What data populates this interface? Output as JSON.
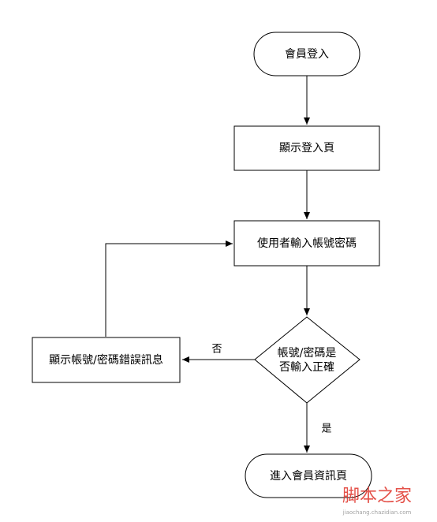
{
  "flowchart": {
    "start": "會員登入",
    "show_login_page": "顯示登入頁",
    "enter_credentials": "使用者輸入帳號密碼",
    "decision_line1": "帳號/密碼是",
    "decision_line2": "否輸入正確",
    "error_message": "顯示帳號/密碼錯誤訊息",
    "end": "進入會員資訊頁",
    "label_no": "否",
    "label_yes": "是"
  },
  "watermark": {
    "logo": "脚本之家",
    "sub": "jiaochang.chazidian.com"
  },
  "colors": {
    "stroke": "#000000",
    "background": "#ffffff",
    "watermark": "#e0342b"
  }
}
